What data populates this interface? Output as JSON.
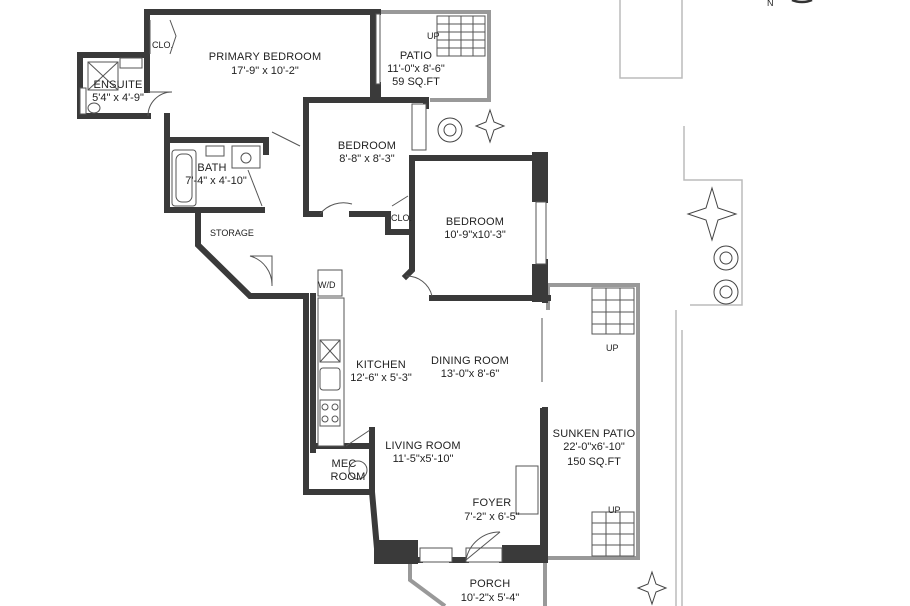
{
  "rooms": {
    "primary_bedroom": {
      "name": "PRIMARY BEDROOM",
      "size": "17'-9\" x 10'-2\""
    },
    "patio": {
      "name": "PATIO",
      "size": "11'-0\"x 8'-6\"",
      "area": "59 SQ.FT"
    },
    "ensuite": {
      "name": "ENSUITE",
      "size": "5'4\" x 4'-9\""
    },
    "bedroom_2": {
      "name": "BEDROOM",
      "size": "8'-8\" x 8'-3\""
    },
    "bath": {
      "name": "BATH",
      "size": "7'-4\" x 4'-10\""
    },
    "bedroom_3": {
      "name": "BEDROOM",
      "size": "10'-9\"x10'-3\""
    },
    "storage": {
      "name": "STORAGE"
    },
    "kitchen": {
      "name": "KITCHEN",
      "size": "12'-6\" x 5'-3\""
    },
    "dining": {
      "name": "DINING ROOM",
      "size": "13'-0\"x 8'-6\""
    },
    "living": {
      "name": "LIVING ROOM",
      "size": "11'-5\"x5'-10\""
    },
    "sunken_patio": {
      "name": "SUNKEN PATIO",
      "size": "22'-0\"x6'-10\"",
      "area": "150 SQ.FT"
    },
    "mec": {
      "name1": "MEC",
      "name2": "ROOM"
    },
    "foyer": {
      "name": "FOYER",
      "size": "7'-2\" x 6'-5\""
    },
    "porch": {
      "name": "PORCH",
      "size": "10'-2\"x 5'-4\""
    }
  },
  "marks": {
    "clo_primary": "CLO.",
    "clo_bed": "CLO.",
    "wd": "W/D",
    "up_patio": "UP",
    "up_sunken_1": "UP",
    "up_sunken_2": "UP",
    "north": "N"
  }
}
